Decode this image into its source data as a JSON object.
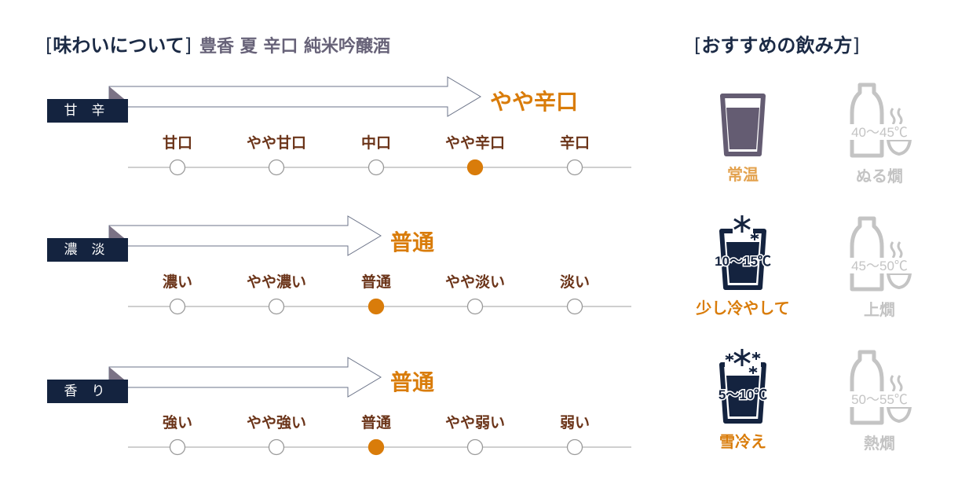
{
  "header": {
    "title_open": "[",
    "title": "味わいについて",
    "title_close": "]",
    "subtitle": "豊香 夏 辛口 純米吟醸酒"
  },
  "serving_header": {
    "open": "[",
    "title": "おすすめの飲み方",
    "close": "]"
  },
  "colors": {
    "accent": "#d97c0a",
    "navy": "#14233f",
    "level_text": "#6b3419",
    "inactive": "#c4c4c4",
    "glass_room": "#645c72"
  },
  "scales": [
    {
      "tag": "甘辛",
      "result": "やや辛口",
      "levels": [
        "甘口",
        "やや甘口",
        "中口",
        "やや辛口",
        "辛口"
      ],
      "selected_index": 3
    },
    {
      "tag": "濃淡",
      "result": "普通",
      "levels": [
        "濃い",
        "やや濃い",
        "普通",
        "やや淡い",
        "淡い"
      ],
      "selected_index": 2
    },
    {
      "tag": "香り",
      "result": "普通",
      "levels": [
        "強い",
        "やや強い",
        "普通",
        "やや弱い",
        "弱い"
      ],
      "selected_index": 2
    }
  ],
  "serving": [
    {
      "label": "常温",
      "icon": "glass-room-temp-icon",
      "temp": "",
      "recommended": true,
      "label_color": "#e3a24e"
    },
    {
      "label": "ぬる燗",
      "icon": "tokkuri-warm-icon",
      "temp": "40〜45℃",
      "recommended": false,
      "label_color": "#c4c4c4"
    },
    {
      "label": "少し冷やして",
      "icon": "glass-chilled-icon",
      "temp": "10〜15℃",
      "recommended": true,
      "label_color": "#d97c0a"
    },
    {
      "label": "上燗",
      "icon": "tokkuri-warm-icon",
      "temp": "45〜50℃",
      "recommended": false,
      "label_color": "#c4c4c4"
    },
    {
      "label": "雪冷え",
      "icon": "glass-snow-cold-icon",
      "temp": "5〜10℃",
      "recommended": true,
      "label_color": "#d97c0a"
    },
    {
      "label": "熱燗",
      "icon": "tokkuri-warm-icon",
      "temp": "50〜55℃",
      "recommended": false,
      "label_color": "#c4c4c4"
    }
  ]
}
